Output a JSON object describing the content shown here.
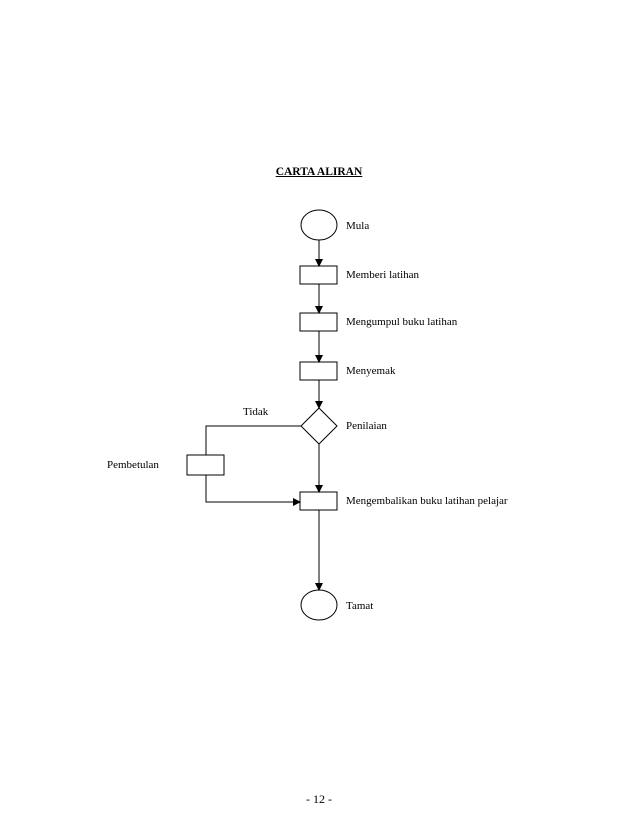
{
  "title": "CARTA ALIRAN",
  "nodes": {
    "mula": "Mula",
    "memberi": "Memberi latihan",
    "mengumpul": "Mengumpul buku latihan",
    "menyemak": "Menyemak",
    "penilaian": "Penilaian",
    "pembetulan": "Pembetulan",
    "mengembalikan": "Mengembalikan buku latihan pelajar",
    "tamat": "Tamat"
  },
  "edge_labels": {
    "tidak": "Tidak"
  },
  "page_number": "- 12 -"
}
